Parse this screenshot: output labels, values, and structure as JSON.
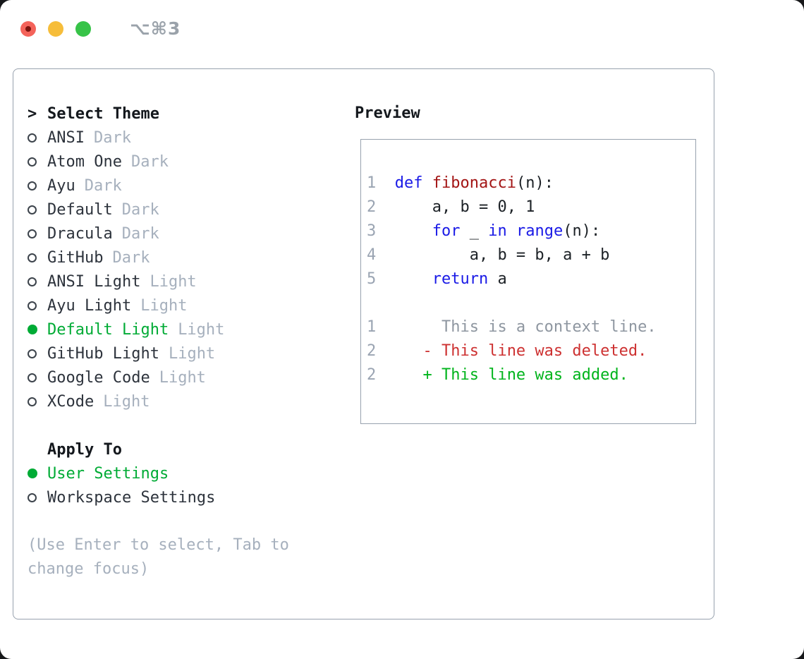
{
  "window": {
    "shortcut": "⌥⌘3",
    "controls": [
      "close",
      "minimize",
      "zoom"
    ]
  },
  "colors": {
    "accent_green": "#00ab35",
    "keyword_blue": "#1a1ae6",
    "function_red": "#a31515",
    "deleted_red": "#cd3131",
    "added_green": "#00b41c",
    "muted_gray": "#a6b0bd",
    "line_number_gray": "#9aa4b2",
    "border_gray": "#98a2ae"
  },
  "panel": {
    "prompt": ">",
    "title": "Select Theme",
    "themes": [
      {
        "name": "ANSI",
        "tag": "Dark",
        "selected": false
      },
      {
        "name": "Atom One",
        "tag": "Dark",
        "selected": false
      },
      {
        "name": "Ayu",
        "tag": "Dark",
        "selected": false
      },
      {
        "name": "Default",
        "tag": "Dark",
        "selected": false
      },
      {
        "name": "Dracula",
        "tag": "Dark",
        "selected": false
      },
      {
        "name": "GitHub",
        "tag": "Dark",
        "selected": false
      },
      {
        "name": "ANSI Light",
        "tag": "Light",
        "selected": false
      },
      {
        "name": "Ayu Light",
        "tag": "Light",
        "selected": false
      },
      {
        "name": "Default Light",
        "tag": "Light",
        "selected": true
      },
      {
        "name": "GitHub Light",
        "tag": "Light",
        "selected": false
      },
      {
        "name": "Google Code",
        "tag": "Light",
        "selected": false
      },
      {
        "name": "XCode",
        "tag": "Light",
        "selected": false
      }
    ],
    "apply_to": {
      "title": "Apply To",
      "options": [
        {
          "name": "User Settings",
          "selected": true
        },
        {
          "name": "Workspace Settings",
          "selected": false
        }
      ]
    },
    "help": [
      "(Use Enter to select, Tab to",
      "change focus)"
    ]
  },
  "preview": {
    "title": "Preview",
    "code_lines": [
      {
        "tokens": [
          {
            "c": "num",
            "t": "1  "
          },
          {
            "c": "kw",
            "t": "def"
          },
          {
            "c": "def",
            "t": " "
          },
          {
            "c": "fn",
            "t": "fibonacci"
          },
          {
            "c": "def",
            "t": "(n):"
          }
        ]
      },
      {
        "tokens": [
          {
            "c": "num",
            "t": "2  "
          },
          {
            "c": "def",
            "t": "    a, b = 0, 1"
          }
        ]
      },
      {
        "tokens": [
          {
            "c": "num",
            "t": "3  "
          },
          {
            "c": "def",
            "t": "    "
          },
          {
            "c": "kw",
            "t": "for"
          },
          {
            "c": "def",
            "t": " _ "
          },
          {
            "c": "kw",
            "t": "in"
          },
          {
            "c": "def",
            "t": " "
          },
          {
            "c": "kw",
            "t": "range"
          },
          {
            "c": "def",
            "t": "(n):"
          }
        ]
      },
      {
        "tokens": [
          {
            "c": "num",
            "t": "4  "
          },
          {
            "c": "def",
            "t": "        a, b = b, a + b"
          }
        ]
      },
      {
        "tokens": [
          {
            "c": "num",
            "t": "5  "
          },
          {
            "c": "def",
            "t": "    "
          },
          {
            "c": "kw",
            "t": "return"
          },
          {
            "c": "def",
            "t": " a"
          }
        ]
      },
      {
        "tokens": []
      },
      {
        "tokens": [
          {
            "c": "num",
            "t": "1  "
          },
          {
            "c": "ctx",
            "t": "     This is a context line."
          }
        ]
      },
      {
        "tokens": [
          {
            "c": "num",
            "t": "2  "
          },
          {
            "c": "del",
            "t": "   - This line was deleted."
          }
        ]
      },
      {
        "tokens": [
          {
            "c": "num",
            "t": "2  "
          },
          {
            "c": "add",
            "t": "   + This line was added."
          }
        ]
      }
    ]
  }
}
